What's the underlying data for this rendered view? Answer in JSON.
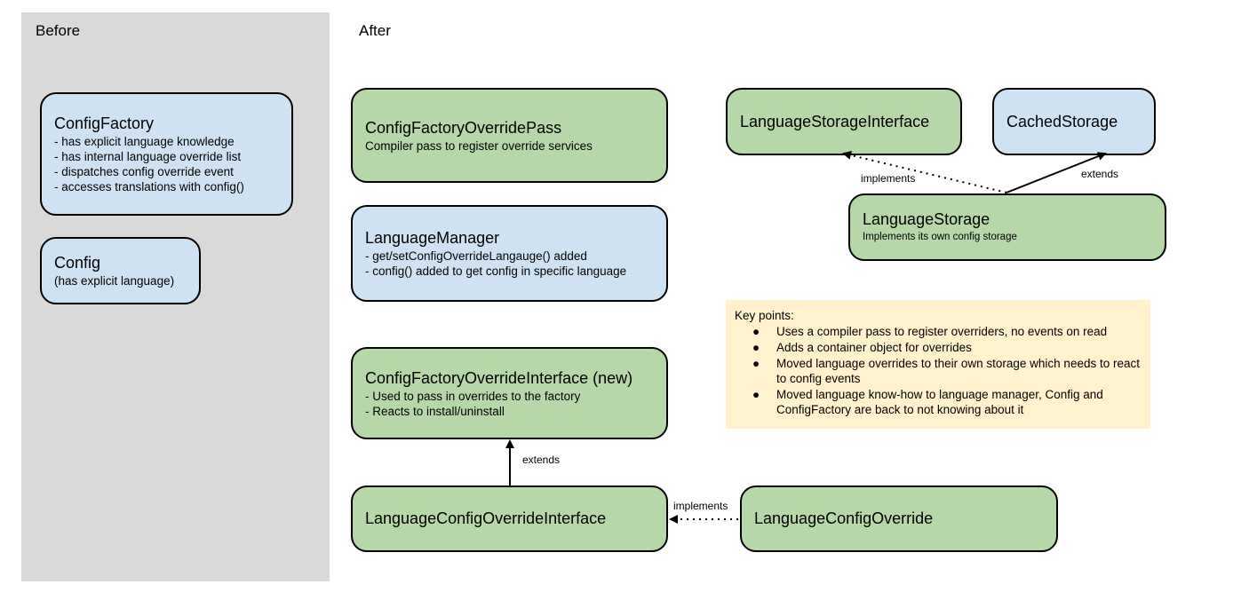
{
  "before": {
    "heading": "Before",
    "config_factory": {
      "title": "ConfigFactory",
      "lines": [
        "- has explicit language knowledge",
        "- has internal language override list",
        "- dispatches config override event",
        "- accesses translations with config()"
      ]
    },
    "config": {
      "title": "Config",
      "lines": [
        "(has explicit language)"
      ]
    }
  },
  "after": {
    "heading": "After",
    "override_pass": {
      "title": "ConfigFactoryOverridePass",
      "lines": [
        "Compiler pass to register override services"
      ]
    },
    "language_manager": {
      "title": "LanguageManager",
      "lines": [
        "- get/setConfigOverrideLangauge() added",
        "- config() added to get config in specific language"
      ]
    },
    "override_interface": {
      "title": "ConfigFactoryOverrideInterface (new)",
      "lines": [
        "- Used to pass in overrides to the factory",
        "- Reacts to install/uninstall"
      ]
    },
    "language_override_interface": {
      "title": "LanguageConfigOverrideInterface"
    },
    "language_override": {
      "title": "LanguageConfigOverride"
    },
    "storage_interface": {
      "title": "LanguageStorageInterface"
    },
    "cached_storage": {
      "title": "CachedStorage"
    },
    "language_storage": {
      "title": "LanguageStorage",
      "lines": [
        "Implements its own config storage"
      ]
    },
    "edges": {
      "extends_override": "extends",
      "implements_override": "implements",
      "implements_storage": "implements",
      "extends_storage": "extends"
    },
    "key_points": {
      "title": "Key points:",
      "bullet": "●",
      "items": [
        "Uses a compiler pass to register overriders, no events on read",
        "Adds a container object for overrides",
        "Moved language overrides to their own storage which needs to react to config events",
        "Moved language know-how to language manager, Config and ConfigFactory are back to not knowing about it"
      ]
    }
  },
  "colors": {
    "before_panel": "#d9d9d9",
    "blue_box": "#cfe2f3",
    "green_box": "#b6d7a8",
    "key_points_bg": "#fff2cc"
  }
}
